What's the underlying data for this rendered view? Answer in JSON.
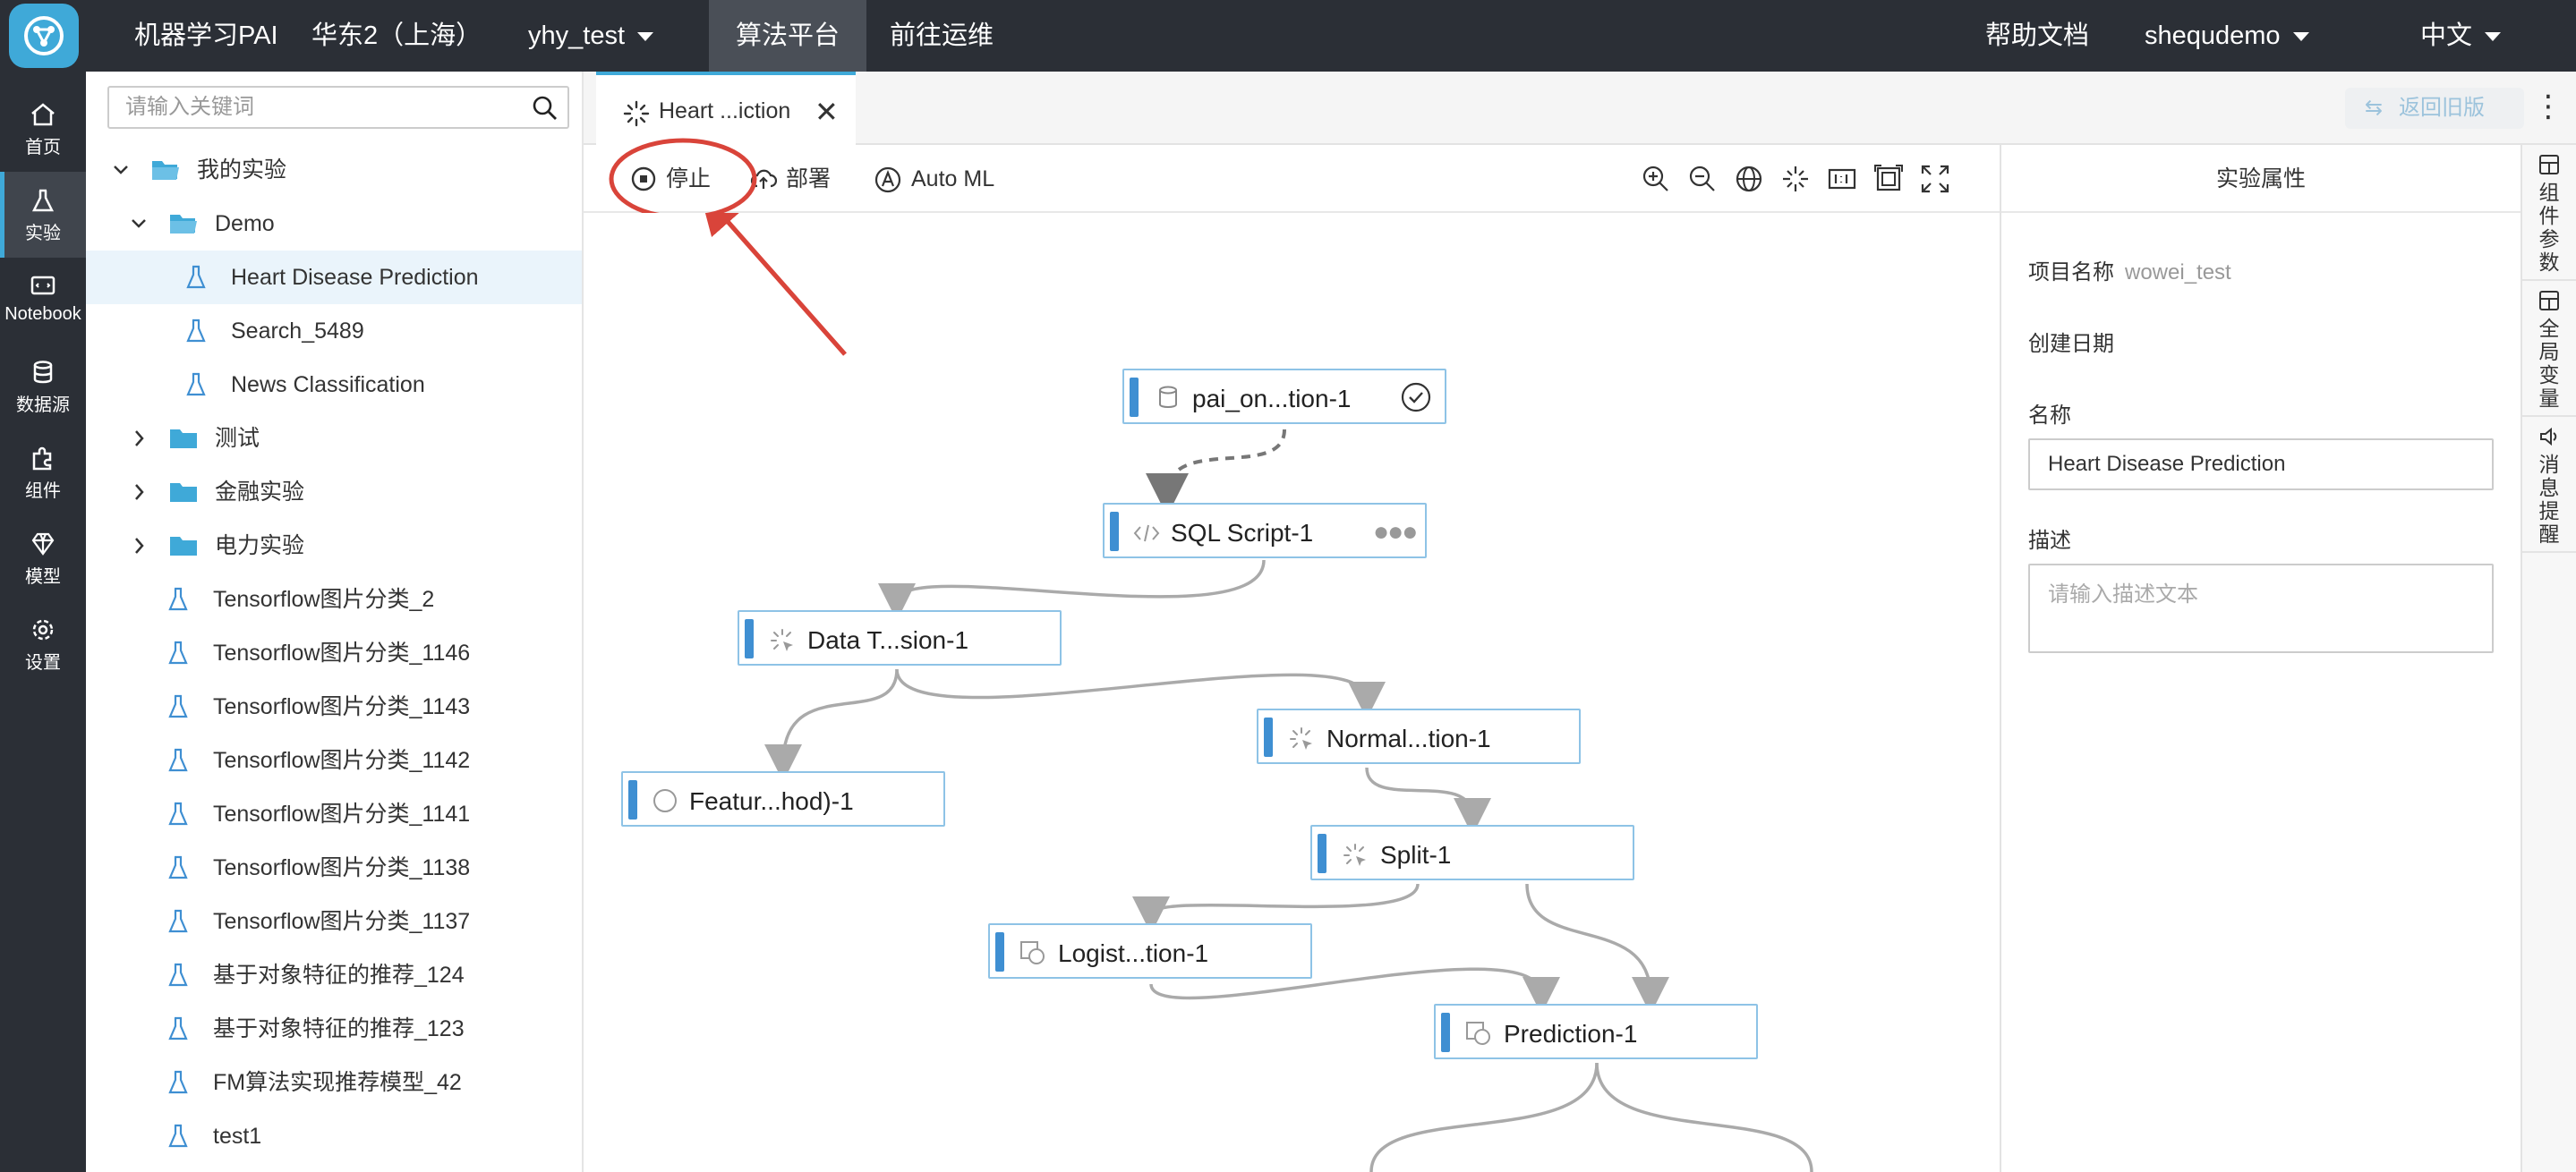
{
  "topbar": {
    "product": "机器学习PAI",
    "region": "华东2（上海）",
    "workspace": "yhy_test",
    "nav_algo": "算法平台",
    "nav_ops": "前往运维",
    "help": "帮助文档",
    "user": "shequdemo",
    "lang": "中文"
  },
  "leftnav": [
    {
      "label": "首页",
      "icon": "home-icon"
    },
    {
      "label": "实验",
      "icon": "flask-icon"
    },
    {
      "label": "Notebook",
      "icon": "notebook-icon"
    },
    {
      "label": "数据源",
      "icon": "database-icon"
    },
    {
      "label": "组件",
      "icon": "puzzle-icon"
    },
    {
      "label": "模型",
      "icon": "diamond-icon"
    },
    {
      "label": "设置",
      "icon": "gear-icon"
    }
  ],
  "tree": {
    "search_placeholder": "请输入关键词",
    "root": "我的实验",
    "demo": "Demo",
    "demo_items": [
      "Heart Disease Prediction",
      "Search_5489",
      "News Classification"
    ],
    "folders": [
      "测试",
      "金融实验",
      "电力实验"
    ],
    "experiments": [
      "Tensorflow图片分类_2",
      "Tensorflow图片分类_1146",
      "Tensorflow图片分类_1143",
      "Tensorflow图片分类_1142",
      "Tensorflow图片分类_1141",
      "Tensorflow图片分类_1138",
      "Tensorflow图片分类_1137",
      "基于对象特征的推荐_124",
      "基于对象特征的推荐_123",
      "FM算法实现推荐模型_42",
      "test1"
    ]
  },
  "tabbar": {
    "tab_label": "Heart ...iction",
    "old_version": "返回旧版"
  },
  "toolbar": {
    "stop": "停止",
    "deploy": "部署",
    "automl": "Auto ML"
  },
  "nodes": {
    "n1": "pai_on...tion-1",
    "n2": "SQL Script-1",
    "n3": "Data T...sion-1",
    "n4": "Normal...tion-1",
    "n5": "Featur...hod)-1",
    "n6": "Split-1",
    "n7": "Logist...tion-1",
    "n8": "Prediction-1"
  },
  "props": {
    "title": "实验属性",
    "project_label": "项目名称",
    "project_value": "wowei_test",
    "created_label": "创建日期",
    "name_label": "名称",
    "name_value": "Heart Disease Prediction",
    "desc_label": "描述",
    "desc_placeholder": "请输入描述文本"
  },
  "rtabs": [
    "组件参数",
    "全局变量",
    "消息提醒"
  ],
  "colors": {
    "topbar_bg": "#2b2f36",
    "accent": "#3fa9d8",
    "node_bar": "#3f8fd2",
    "node_border": "#8ec3e6",
    "annotation": "#d9443a"
  }
}
